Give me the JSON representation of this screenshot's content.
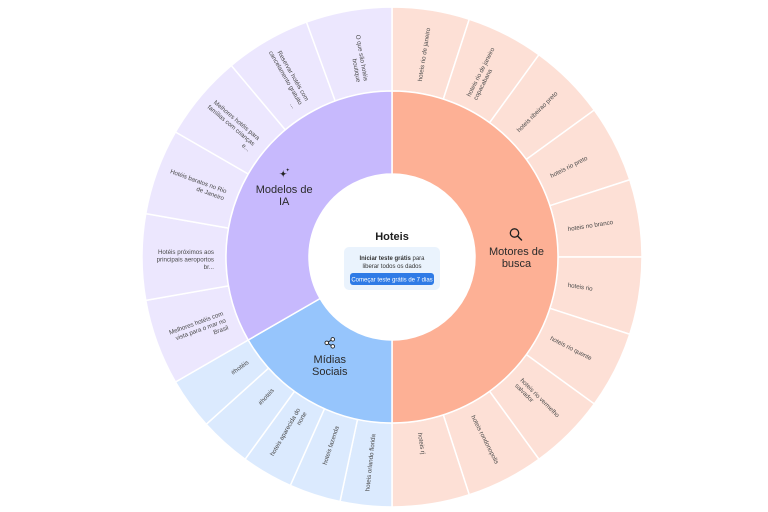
{
  "center": {
    "title": "Hoteis",
    "trial_strong": "Iniciar teste grátis",
    "trial_rest": " para",
    "trial_line2": "liberar todos os dados",
    "button_label": "Começar teste grátis de 7 dias"
  },
  "colors": {
    "motores_inner": "#fdb095",
    "motores_outer": "#fde0d6",
    "ia_inner": "#c7b9fd",
    "ia_outer": "#ece7fe",
    "social_inner": "#96c5fc",
    "social_outer": "#dbeafe",
    "button": "#2f7be6",
    "cta_box": "#eaf3fd"
  },
  "categories": [
    {
      "id": "motores",
      "label_lines": [
        "Motores de",
        "busca"
      ],
      "icon": "search-icon",
      "leaves": [
        "hoteis rio de janeiro",
        "hoteis rio de janeiro copacabana",
        "hoteis ribeirao preto",
        "hoteis rio preto",
        "hoteis no branco",
        "hoteis rio",
        "hoteis rio quente",
        "hoteis rio vermelho salvador",
        "hoteis rondonopolis",
        "hoteis rj"
      ]
    },
    {
      "id": "social",
      "label_lines": [
        "Mídias",
        "Sociais"
      ],
      "icon": "share-icon",
      "leaves": [
        "hoteis orlando florida",
        "hoteis fazenda",
        "hoteis aparecida do norte",
        "#hoteis",
        "#hotéis"
      ]
    },
    {
      "id": "ia",
      "label_lines": [
        "Modelos de",
        "IA"
      ],
      "icon": "sparkle-icon",
      "leaves": [
        "Melhores hotéis com vista para o mar no Brasil",
        "Hotéis próximos aos principais aeroportos br...",
        "Hotéis baratos no Rio de Janeiro",
        "Melhores hotéis para famílias com crianças e...",
        "Reservar hotéis com cancelamento gratuito ...",
        "O que são hotéis boutique"
      ]
    }
  ]
}
